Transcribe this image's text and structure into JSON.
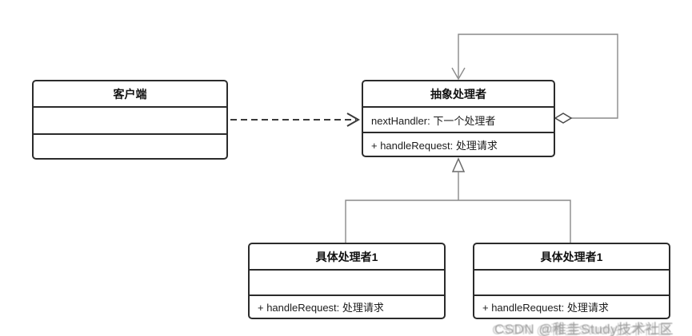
{
  "classes": {
    "client": {
      "title": "客户端",
      "attributes": "",
      "methods": ""
    },
    "abstract_handler": {
      "title": "抽象处理者",
      "attributes": "nextHandler: 下一个处理者",
      "methods": "+ handleRequest: 处理请求"
    },
    "concrete_handler_left": {
      "title": "具体处理者1",
      "attributes": "",
      "methods": "+ handleRequest: 处理请求"
    },
    "concrete_handler_right": {
      "title": "具体处理者1",
      "attributes": "",
      "methods": "+ handleRequest: 处理请求"
    }
  },
  "relationships": {
    "dependency": "dashed open arrow from 客户端 to 抽象处理者",
    "self_aggregation": "open diamond self-loop on 抽象处理者",
    "generalization": "hollow triangle from concrete handlers up to 抽象处理者"
  },
  "watermark": {
    "text": "CSDN @稚圭Study技术社区",
    "color": "#9e9e9e"
  },
  "colors": {
    "background": "#ffffff",
    "box_border": "#2b2b2b",
    "connector": "#8a8a8a",
    "dependency_arrow": "#3a3a3a",
    "text": "#1c1c1c"
  }
}
